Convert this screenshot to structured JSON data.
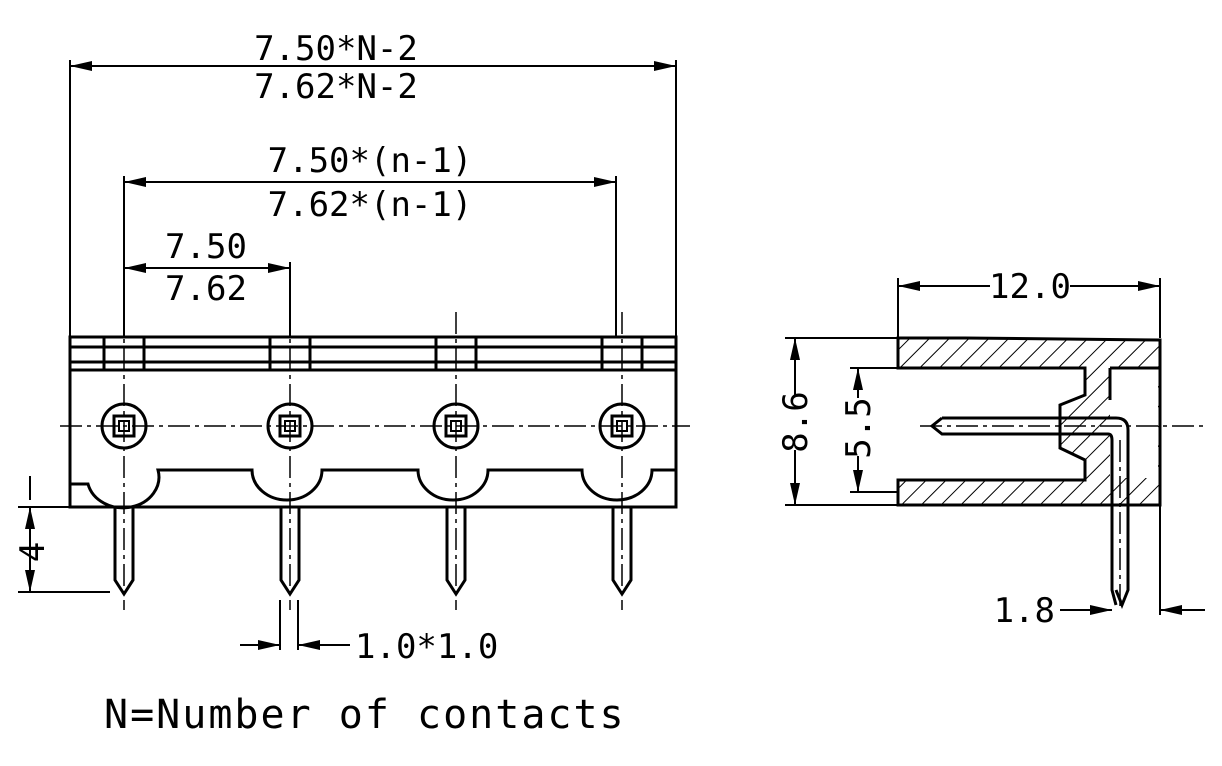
{
  "dimensions": {
    "overall_len_a": "7.50*N-2",
    "overall_len_b": "7.62*N-2",
    "span_a": "7.50*(n-1)",
    "span_b": "7.62*(n-1)",
    "pitch_a": "7.50",
    "pitch_b": "7.62",
    "depth": "12.0",
    "height": "8.6",
    "inner_height": "5.5",
    "pin_length": "4",
    "pin_section": "1.0*1.0",
    "pin_offset": "1.8"
  },
  "note": "N=Number of contacts",
  "pin_count": 4,
  "colors": {
    "line": "#000000",
    "background": "#ffffff"
  }
}
